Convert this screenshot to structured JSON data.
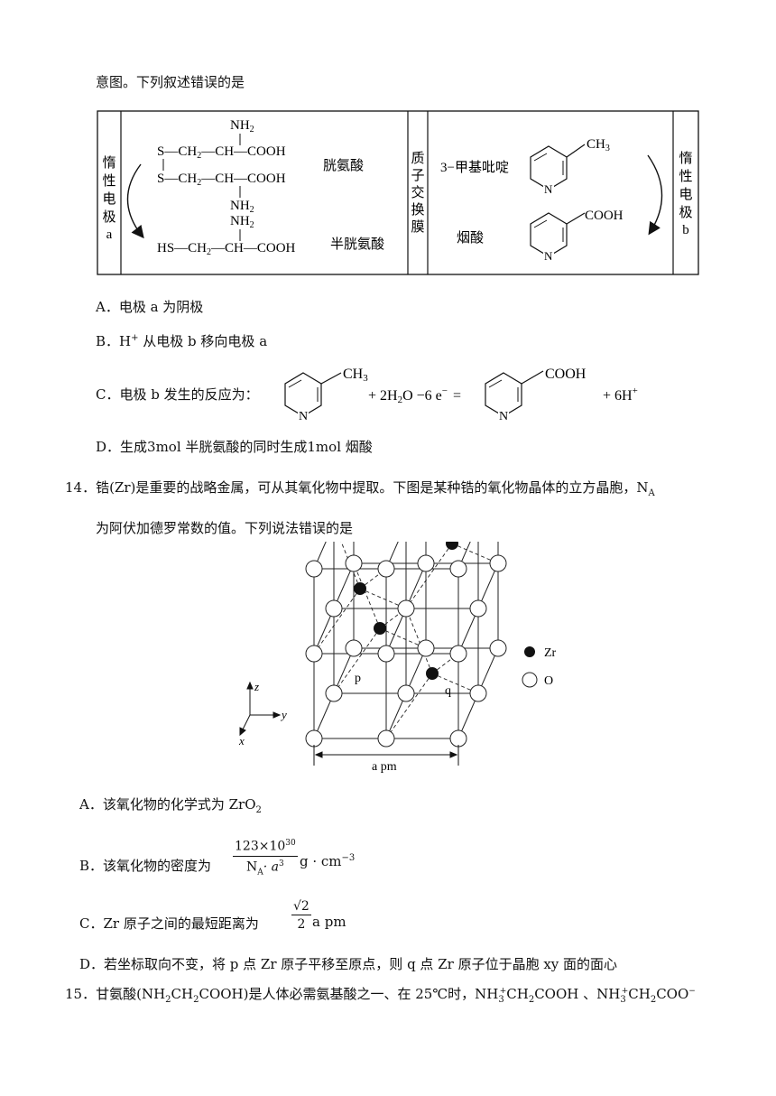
{
  "intro_line": "意图。下列叙述错误的是",
  "q13": {
    "diagram": {
      "left_electrode": [
        "惰",
        "性",
        "电",
        "极",
        "a"
      ],
      "right_electrode": [
        "惰",
        "性",
        "电",
        "极",
        "b"
      ],
      "membrane": [
        "质",
        "子",
        "交",
        "换",
        "膜"
      ],
      "cystine": {
        "nh2_top": "NH",
        "row1": "S—CH",
        "row1_mid": "—CH—COOH",
        "row2": "S—CH",
        "row2_mid": "—CH—COOH",
        "nh2_bottom": "NH",
        "name": "胱氨酸"
      },
      "cysteine": {
        "nh2": "NH",
        "formula_a": "HS—CH",
        "formula_b": "—CH—COOH",
        "name": "半胱氨酸"
      },
      "methylpyridine": {
        "name": "3−甲基吡啶",
        "substituent": "CH",
        "n": "N"
      },
      "nicotinic_acid": {
        "name": "烟酸",
        "substituent": "COOH",
        "n": "N"
      },
      "sub_2": "2",
      "sub_3": "3"
    },
    "options": {
      "a": "A．电极 a 为阴极",
      "b_prefix": "B．",
      "b_ion": "H",
      "b_charge": "+",
      "b_rest": " 从电极 b 移向电极 a",
      "c_prefix": "C．电极 b 发生的反应为：",
      "c_ch3": "CH",
      "c_n": "N",
      "c_mid": "+ 2H",
      "c_mid2": "O −6 e",
      "c_eq": "=",
      "c_cooh": "COOH",
      "c_end": "+ 6H",
      "c_sup_minus": "−",
      "c_sup_plus": "+",
      "d": "D．生成3mol 半胱氨酸的同时生成1mol 烟酸"
    }
  },
  "q14": {
    "stem_line1": "14．锆(Zr)是重要的战略金属，可从其氧化物中提取。下图是某种锆的氧化物晶体的立方晶胞，N",
    "stem_sub": "A",
    "stem_line2": "为阿伏加德罗常数的值。下列说法错误的是",
    "figure": {
      "legend_zr": "Zr",
      "legend_o": "O",
      "label_p": "p",
      "label_q": "q",
      "axis_z": "z",
      "axis_y": "y",
      "axis_x": "x",
      "dimension": "a  pm"
    },
    "options": {
      "a_prefix": "A．该氧化物的化学式为 ZrO",
      "a_sub": "2",
      "b_prefix": "B．该氧化物的密度为",
      "b_num": "123×10",
      "b_num_exp": "30",
      "b_den": "N",
      "b_den_sub": "A",
      "b_den_rest": "· a",
      "b_den_exp": "3",
      "b_unit": "g · cm",
      "b_unit_exp": "−3",
      "c_prefix": "C．Zr 原子之间的最短距离为",
      "c_num": "√2",
      "c_den": "2",
      "c_unit": "a pm",
      "d": "D．若坐标取向不变，将 p 点 Zr 原子平移至原点，则 q 点 Zr 原子位于晶胞 xy 面的面心"
    }
  },
  "q15": {
    "prefix": "15．甘氨酸(NH",
    "s1": "2",
    "p2": "CH",
    "s2": "2",
    "p3": "COOH)是人体必需氨基酸之一、在 25℃时，NH",
    "s3": "3",
    "sup3": "+",
    "p4": "CH",
    "s4": "2",
    "p5": "COOH 、NH",
    "s5": "3",
    "sup5": "+",
    "p6": "CH",
    "s6": "2",
    "p7": "COO",
    "sup7": "−"
  }
}
